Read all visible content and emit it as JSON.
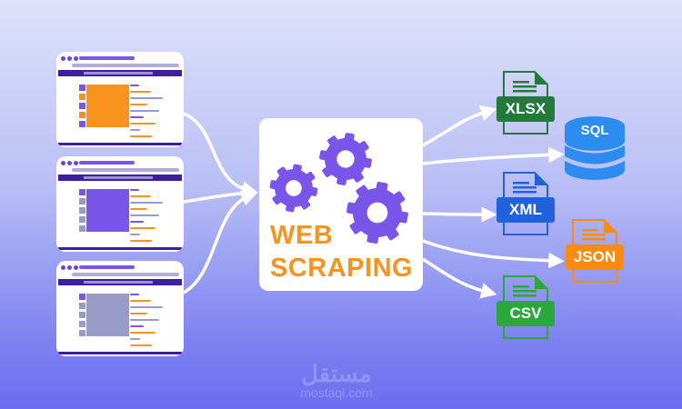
{
  "center": {
    "line1": "WEB",
    "line2": "SCRAPING"
  },
  "sources": [
    {
      "image_color": "#f7931e"
    },
    {
      "image_color": "#7a55ea"
    },
    {
      "image_color": "#9a9ac8"
    }
  ],
  "outputs": [
    {
      "label": "XLSX",
      "color": "#237a3b"
    },
    {
      "label": "SQL",
      "color": "#2c8cf0"
    },
    {
      "label": "XML",
      "color": "#2162dc"
    },
    {
      "label": "JSON",
      "color": "#f98c10"
    },
    {
      "label": "CSV",
      "color": "#2aa83a"
    }
  ],
  "colors": {
    "gear": "#7a55ea",
    "accent": "#f7931e"
  },
  "logo": {
    "arabic": "مستقل",
    "latin": "mostaql.com"
  }
}
